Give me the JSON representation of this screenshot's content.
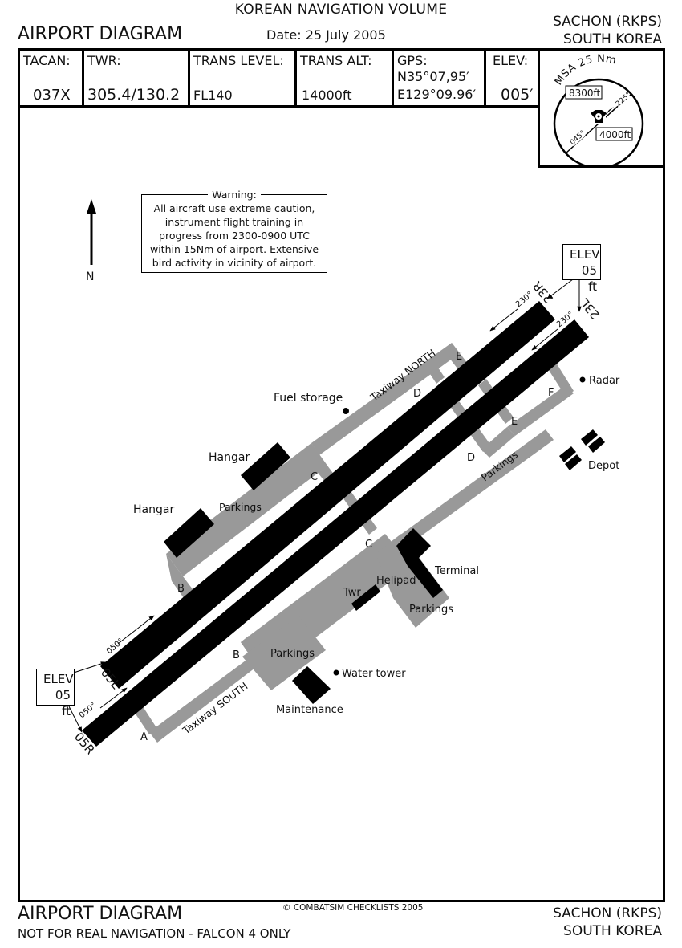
{
  "header": {
    "volume": "KOREAN NAVIGATION VOLUME",
    "title": "AIRPORT DIAGRAM",
    "date": "Date: 25 July 2005",
    "airport": "SACHON (RKPS)",
    "country": "SOUTH KOREA"
  },
  "infobar": {
    "tacan": {
      "label": "TACAN:",
      "value": "037X"
    },
    "twr": {
      "label": "TWR:",
      "value": "305.4/130.2"
    },
    "trans_level": {
      "label": "TRANS LEVEL:",
      "value": "FL140"
    },
    "trans_alt": {
      "label": "TRANS ALT:",
      "value": "14000ft"
    },
    "gps": {
      "label": "GPS:",
      "lat": "N35°07,95′",
      "lon": "E129°09.96′"
    },
    "elev": {
      "label": "ELEV:",
      "value": "005′"
    }
  },
  "msa": {
    "title": "MSA 25 Nm",
    "sector_nw_alt": "8300ft",
    "sector_se_alt": "4000ft",
    "bearing_1": "225°",
    "bearing_2": "045°"
  },
  "warning": {
    "title": "Warning:",
    "text": "All aircraft use extreme caution, instrument flight training in progress from 2300-0900 UTC within 15Nm of airport. Extensive bird activity in vicinity of airport."
  },
  "north_label": "N",
  "runways": [
    {
      "id": "05L",
      "heading": "050°",
      "opposite": "23R",
      "opposite_heading": "230°"
    },
    {
      "id": "05R",
      "heading": "050°",
      "opposite": "23L",
      "opposite_heading": "230°"
    }
  ],
  "elevation_callouts": [
    {
      "label": "ELEV",
      "value": "05 ft"
    },
    {
      "label": "ELEV",
      "value": "05 ft"
    }
  ],
  "taxiways": {
    "north": "Taxiway NORTH",
    "south": "Taxiway SOUTH",
    "letters": [
      "A",
      "B",
      "B",
      "C",
      "C",
      "D",
      "D",
      "E",
      "E",
      "F"
    ]
  },
  "facilities": {
    "fuel_storage": "Fuel storage",
    "radar": "Radar",
    "depot": "Depot",
    "hangar_1": "Hangar",
    "hangar_2": "Hangar",
    "parkings_west": "Parkings",
    "parkings_east": "Parkings",
    "parkings_terminal": "Parkings",
    "parkings_south": "Parkings",
    "terminal": "Terminal",
    "helipad": "Helipad",
    "tower": "Twr",
    "water_tower": "Water tower",
    "maintenance": "Maintenance"
  },
  "colors": {
    "runway": "#000000",
    "taxiway": "#999999",
    "ink": "#111111"
  },
  "footer": {
    "title": "AIRPORT DIAGRAM",
    "disclaimer": "NOT FOR REAL NAVIGATION - FALCON 4 ONLY",
    "copyright": "© COMBATSIM CHECKLISTS 2005",
    "airport": "SACHON (RKPS)",
    "country": "SOUTH KOREA"
  }
}
